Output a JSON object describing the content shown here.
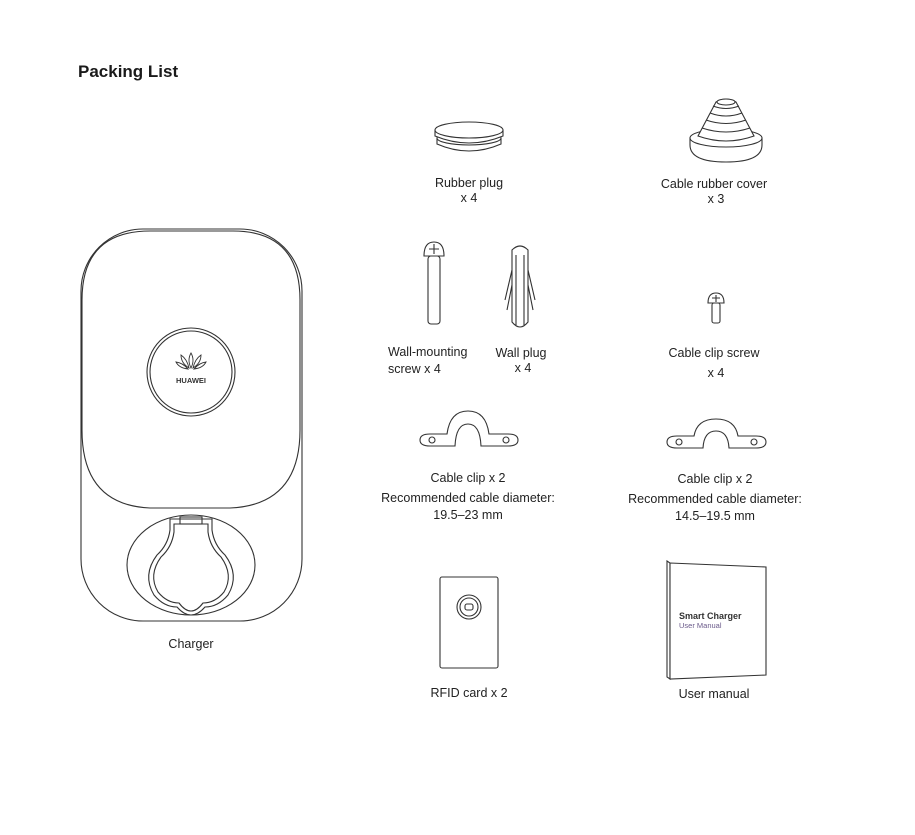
{
  "title": "Packing List",
  "items": {
    "charger": {
      "label": "Charger",
      "logo": "HUAWEI"
    },
    "rubber_plug": {
      "label": "Rubber plug",
      "qty": "x 4"
    },
    "cable_rubber_cover": {
      "label": "Cable rubber cover",
      "qty": "x 3"
    },
    "wall_mounting_screw": {
      "label": "Wall-mounting",
      "label2": "screw x 4"
    },
    "wall_plug": {
      "label": "Wall plug",
      "qty": "x 4"
    },
    "cable_clip_screw": {
      "label": "Cable clip screw",
      "qty": "x 4"
    },
    "cable_clip_large": {
      "label": "Cable clip x 2",
      "note": "Recommended cable diameter:",
      "range": "19.5–23 mm"
    },
    "cable_clip_small": {
      "label": "Cable clip x 2",
      "note": "Recommended cable diameter:",
      "range": "14.5–19.5 mm"
    },
    "rfid_card": {
      "label": "RFID card x 2"
    },
    "user_manual": {
      "label": "User manual",
      "cover_title": "Smart Charger",
      "cover_subtitle": "User Manual"
    }
  }
}
